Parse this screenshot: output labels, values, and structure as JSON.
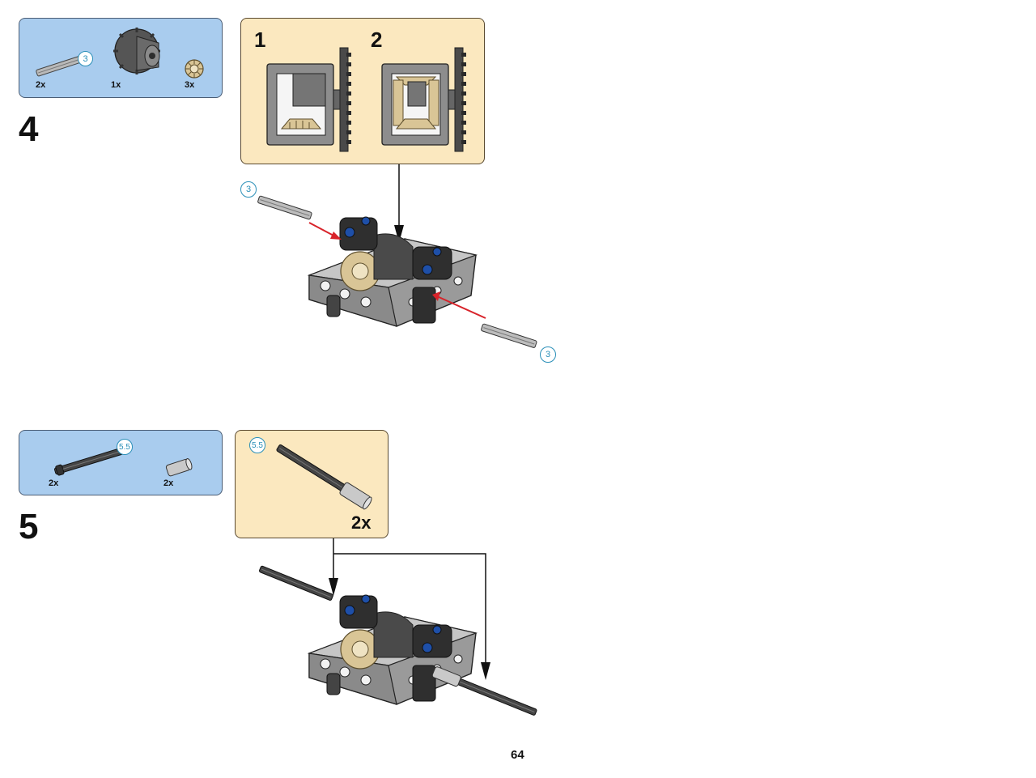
{
  "page": {
    "number": "64"
  },
  "step4": {
    "number": "4",
    "parts": [
      {
        "name": "axle",
        "qty": "2x",
        "length_badge": "3"
      },
      {
        "name": "differential",
        "qty": "1x"
      },
      {
        "name": "bevel-gear",
        "qty": "3x"
      }
    ],
    "subassembly": {
      "step1": "1",
      "step2": "2"
    },
    "axle_badges": [
      "3",
      "3"
    ]
  },
  "step5": {
    "number": "5",
    "parts": [
      {
        "name": "axle-with-stop",
        "qty": "2x",
        "length_badge": "5.5"
      },
      {
        "name": "axle-connector",
        "qty": "2x"
      }
    ],
    "callout": {
      "length_badge": "5.5",
      "qty": "2x"
    }
  },
  "colors": {
    "parts_box": "#a9ccee",
    "callout_box": "#fbe8bf",
    "insert_arrow": "#d8232a",
    "badge": "#2a8fb8",
    "frame_gray": "#9a9a9a",
    "gear_tan": "#d9c596",
    "pin_blue": "#1e4fa8"
  }
}
